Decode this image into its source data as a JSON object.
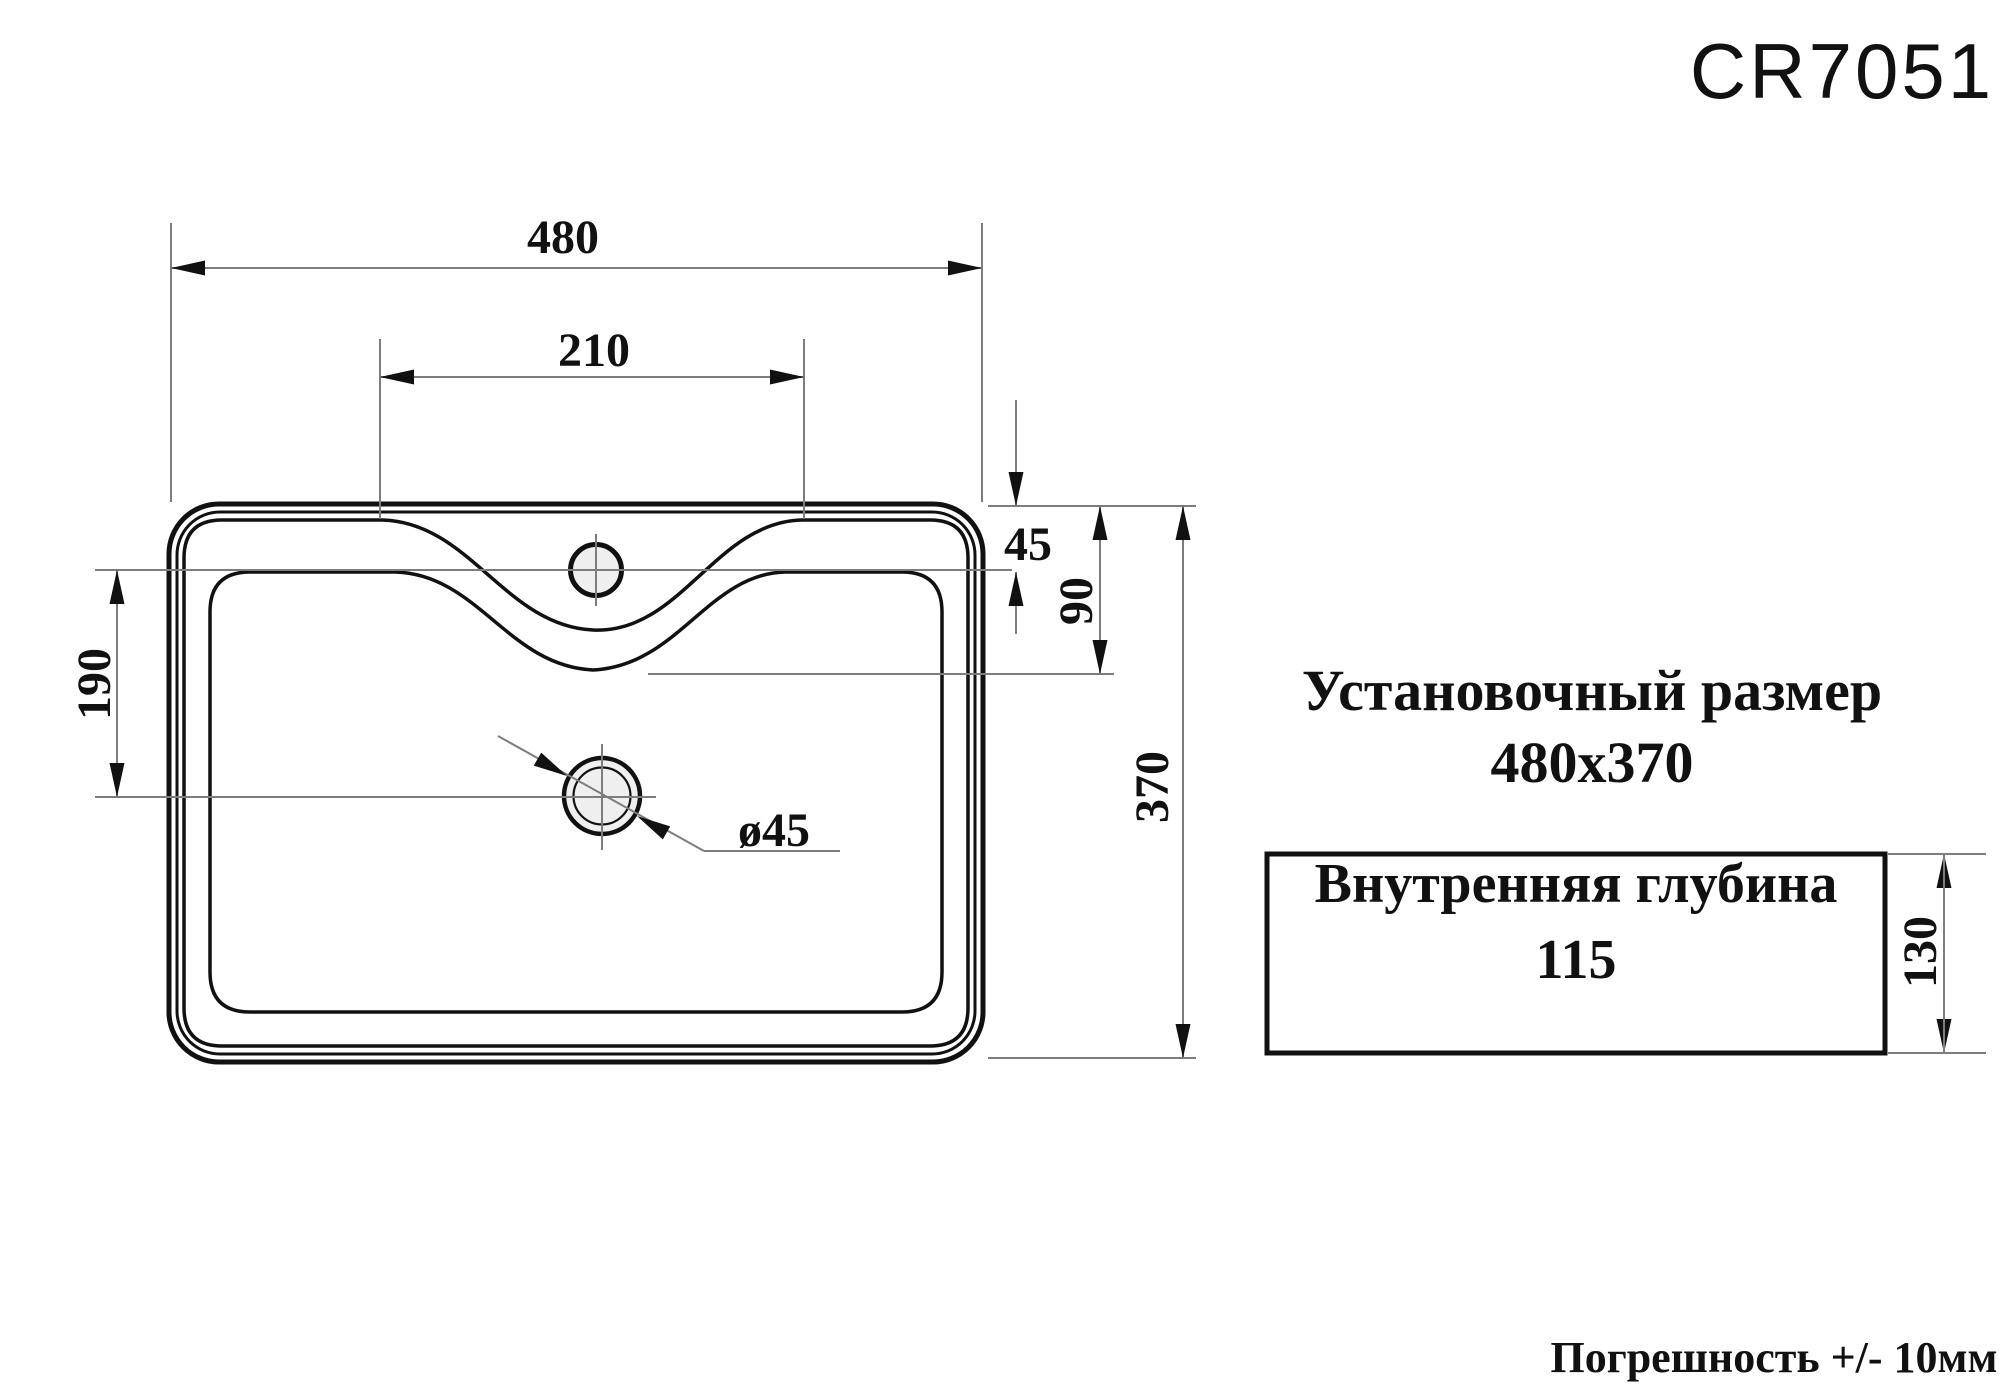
{
  "title": "CR7051",
  "dimensions": {
    "overall_width": "480",
    "recess_width": "210",
    "drain_offset": "190",
    "deck_depth": "45",
    "recess_depth": "90",
    "overall_depth": "370",
    "drain_diameter": "ø45",
    "side_height": "130"
  },
  "install_size": {
    "line1": "Установочный размер",
    "line2": "480x370"
  },
  "inner_depth_box": {
    "line1": "Внутренняя глубина",
    "line2": "115"
  },
  "tolerance_note": "Погрешность +/- 10мм",
  "colors": {
    "outline": "#111111",
    "dimension_line": "#7d7d7d",
    "hole_fill": "#efefef",
    "background": "#ffffff"
  }
}
